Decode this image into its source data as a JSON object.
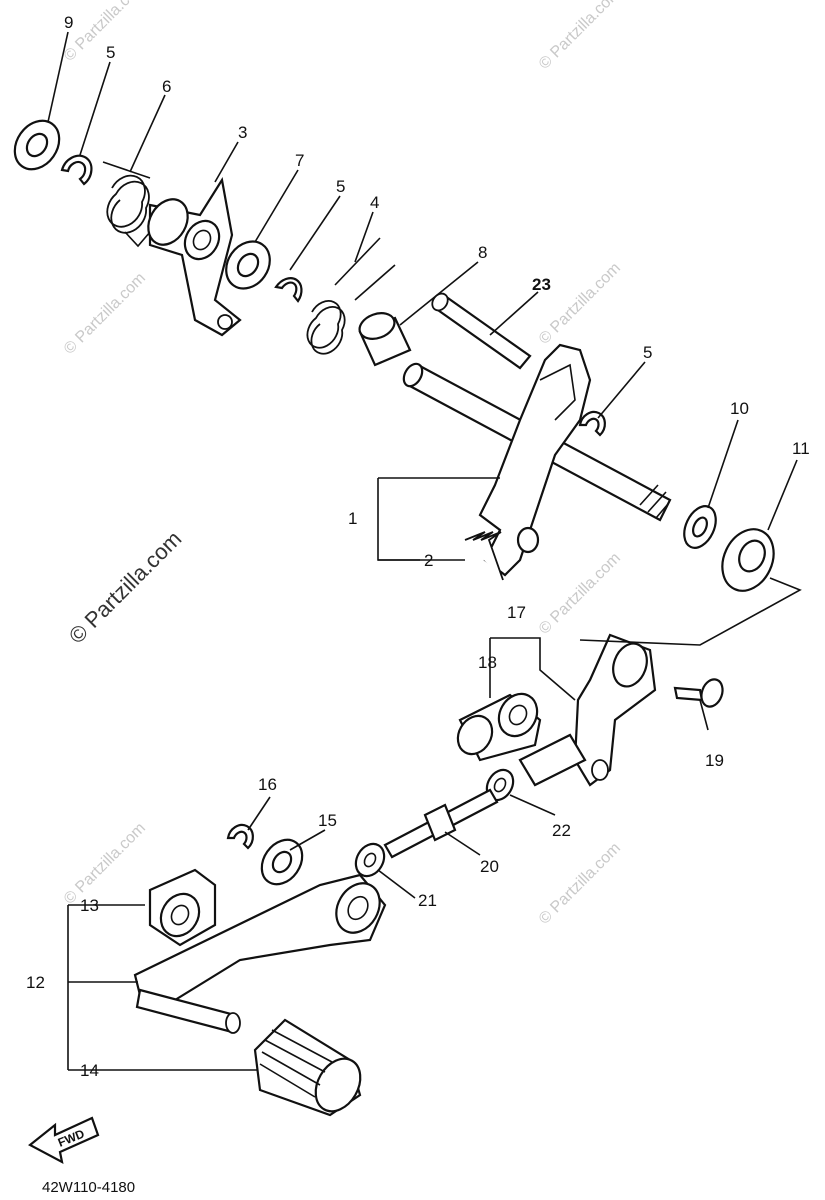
{
  "callouts": [
    "1",
    "2",
    "3",
    "4",
    "5",
    "5",
    "5",
    "6",
    "7",
    "8",
    "9",
    "10",
    "11",
    "12",
    "13",
    "14",
    "15",
    "16",
    "17",
    "18",
    "19",
    "20",
    "21",
    "22",
    "23"
  ],
  "fwd_label": "FWD",
  "diagram_code": "42W110-4180",
  "watermark_main": "© Partzilla.com",
  "watermark_small": "© Partzilla.com"
}
